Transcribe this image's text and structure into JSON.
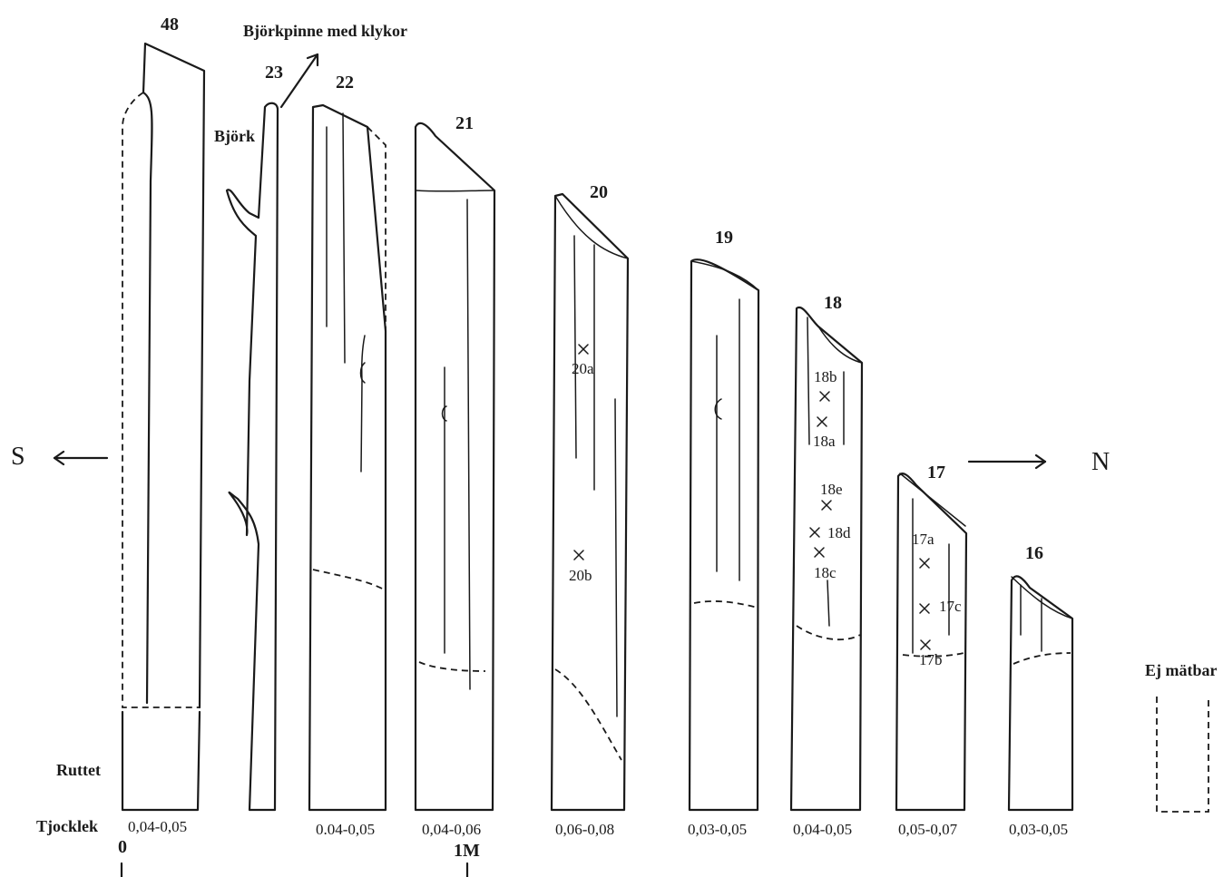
{
  "directions": {
    "south": "S",
    "north": "N"
  },
  "birch_note": "Björkpinne med klykor",
  "birch_label": "Björk",
  "legend": {
    "rotten_label": "Ruttet",
    "thickness_label": "Tjocklek",
    "not_measurable": "Ej mätbar"
  },
  "scale": {
    "start": "0",
    "end": "1M"
  },
  "planks": [
    {
      "id": "48",
      "thickness": "0,04-0,05"
    },
    {
      "id": "23",
      "thickness": ""
    },
    {
      "id": "22",
      "thickness": "0.04-0,05"
    },
    {
      "id": "21",
      "thickness": "0,04-0,06"
    },
    {
      "id": "20",
      "thickness": "0,06-0,08"
    },
    {
      "id": "19",
      "thickness": "0,03-0,05"
    },
    {
      "id": "18",
      "thickness": "0,04-0,05"
    },
    {
      "id": "17",
      "thickness": "0,05-0,07"
    },
    {
      "id": "16",
      "thickness": "0,03-0,05"
    }
  ],
  "samples": [
    "20a",
    "20b",
    "18b",
    "18a",
    "18e",
    "18d",
    "18c",
    "17a",
    "17c",
    "17b"
  ]
}
